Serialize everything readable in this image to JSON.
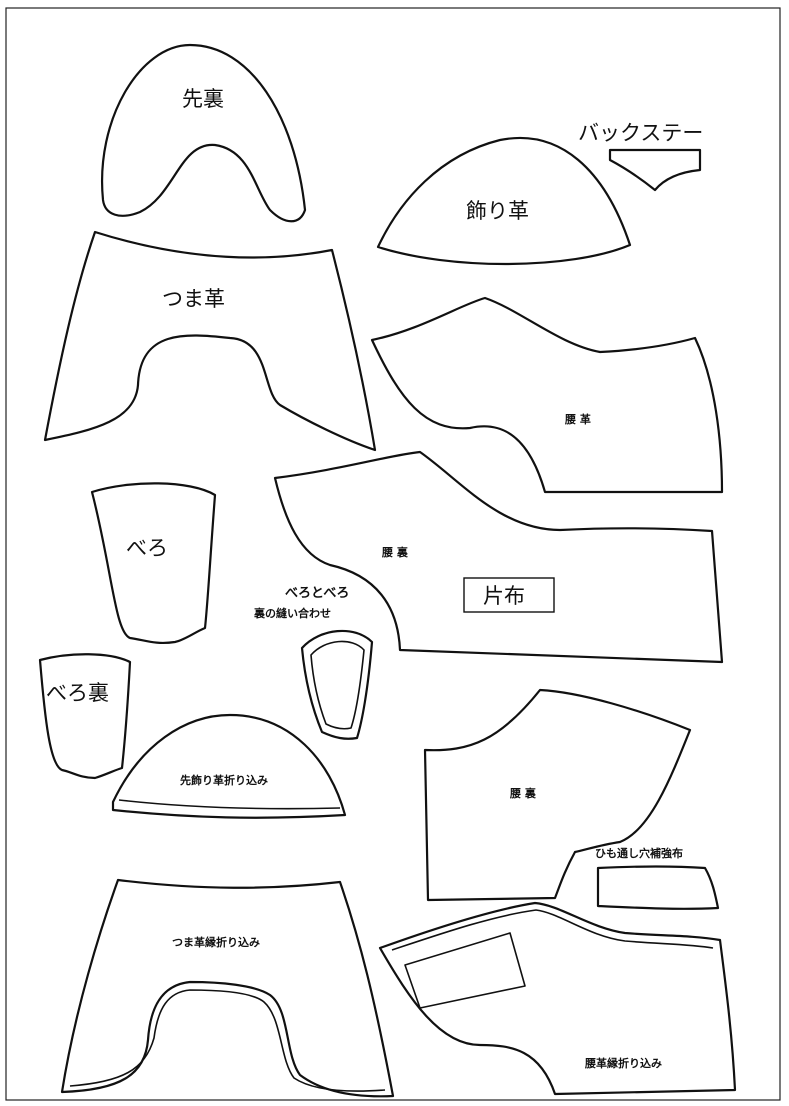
{
  "pieces": {
    "saki_ura": "先裏",
    "back_stay": "バックステー",
    "kazari_kawa": "飾り革",
    "tsuma_kawa": "つま革",
    "koshi_kawa": "腰 革",
    "koshi_ura_upper": "腰 裏",
    "katanuno": "片布",
    "bero": "べろ",
    "bero_join_line1": "べろとべろ",
    "bero_join_line2": "裏の縫い合わせ",
    "bero_ura": "べろ裏",
    "saki_kazari_fold": "先飾り革折り込み",
    "koshi_ura_lower": "腰 裏",
    "himo_reinforce": "ひも通し穴補強布",
    "tsuma_fold": "つま革縁折り込み",
    "koshi_fold": "腰革縁折り込み"
  }
}
